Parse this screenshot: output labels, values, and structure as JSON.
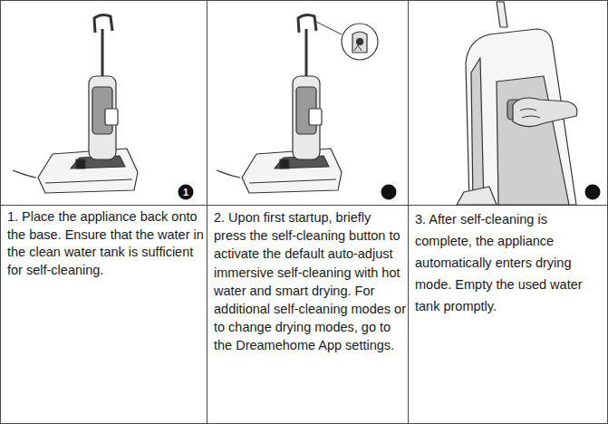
{
  "diagram": {
    "nodes": [
      {
        "text": [
          "1. Place the appliance back onto the base. Ensure that the water in the clean water tank is sufficient for self-cleaning."
        ]
      },
      {
        "text": [
          "2. Upon first startup, briefly press the self-cleaning button to activate the default auto-adjust immersive self-cleaning with hot water and smart drying. For additional self-cleaning modes or to change drying modes, go to the Dreamehome App settings."
        ]
      },
      {
        "text": [
          "3. After self-cleaning is complete, the appliance automatically enters drying mode. Empty the used water tank promptly."
        ]
      }
    ],
    "labels": [
      "1"
    ]
  }
}
